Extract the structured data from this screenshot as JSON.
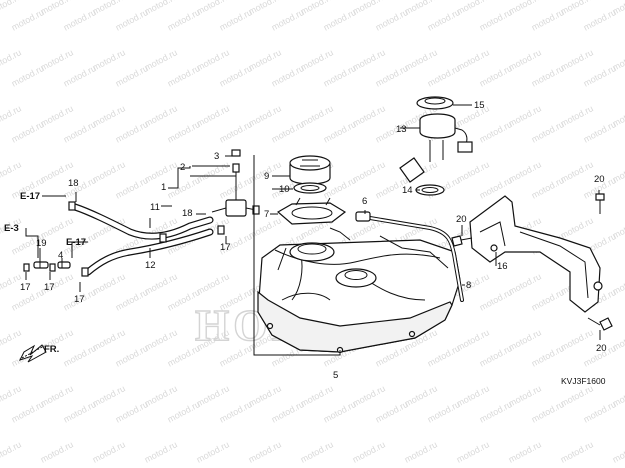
{
  "watermark": {
    "text": "motod.ru",
    "logo_text": "HONDA"
  },
  "diagram_code": "KVJ3F1600",
  "front_marker": "FR.",
  "refs": [
    "E-17",
    "E-3",
    "E-17"
  ],
  "parts": [
    "1",
    "2",
    "3",
    "4",
    "5",
    "6",
    "7",
    "8",
    "9",
    "10",
    "11",
    "12",
    "13",
    "14",
    "15",
    "16",
    "17",
    "18",
    "19",
    "20"
  ],
  "part_labels": {
    "p1": "1",
    "p2": "2",
    "p3": "3",
    "p4": "4",
    "p5": "5",
    "p6": "6",
    "p7": "7",
    "p8": "8",
    "p9": "9",
    "p10": "10",
    "p11": "11",
    "p12": "12",
    "p13": "13",
    "p14": "14",
    "p15": "15",
    "p16": "16",
    "p17a": "17",
    "p17b": "17",
    "p17c": "17",
    "p17d": "17",
    "p18a": "18",
    "p18b": "18",
    "p19": "19",
    "p20a": "20",
    "p20b": "20",
    "p20c": "20"
  },
  "ref_labels": {
    "e17_top": "E-17",
    "e3": "E-3",
    "e17_mid": "E-17"
  }
}
